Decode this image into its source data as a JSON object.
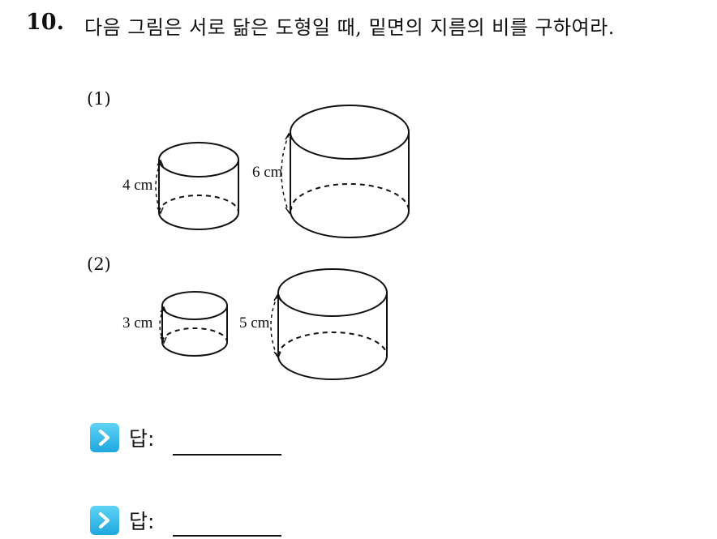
{
  "question": {
    "number": "10.",
    "text": "다음 그림은 서로 닮은 도형일 때, 밑면의 지름의 비를 구하여라."
  },
  "parts": [
    {
      "label": "(1)",
      "small_height": "4 cm",
      "large_height": "6 cm"
    },
    {
      "label": "(2)",
      "small_height": "3 cm",
      "large_height": "5 cm"
    }
  ],
  "answers": [
    {
      "label": "답:",
      "value": ""
    },
    {
      "label": "답:",
      "value": ""
    }
  ],
  "icons": {
    "answer_marker": "chevron-right-icon",
    "marker_color": "#1ea7df"
  }
}
